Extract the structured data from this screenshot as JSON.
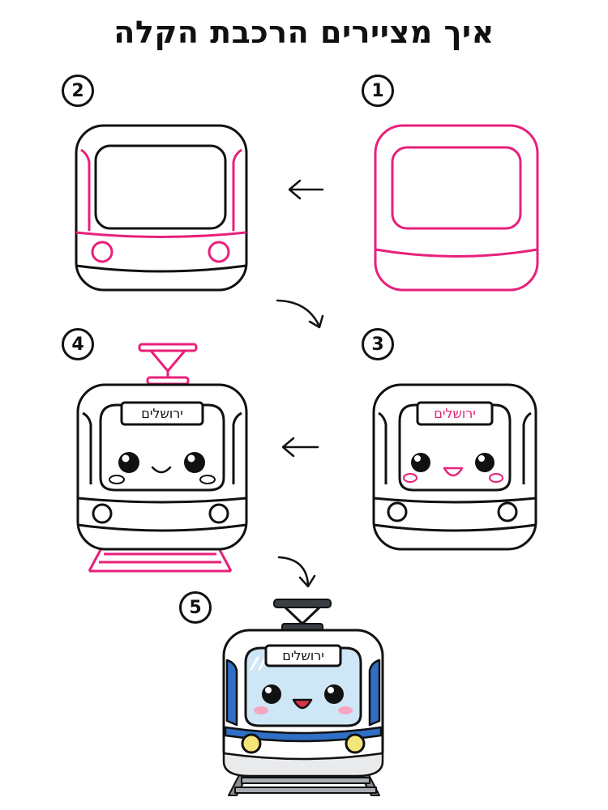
{
  "title": "איך מציירים הרכבת הקלה",
  "steps": [
    {
      "number": "1"
    },
    {
      "number": "2"
    },
    {
      "number": "3",
      "sign_text": "ירושלים"
    },
    {
      "number": "4",
      "sign_text": "ירושלים"
    },
    {
      "number": "5",
      "sign_text": "ירושלים"
    }
  ],
  "colors": {
    "guide_pink": "#e8207a",
    "outline": "#111111",
    "tram_blue": "#2f6fc6",
    "window_light_blue": "#cfe6f6",
    "headlight_yellow": "#f4e57a",
    "cheek_pink": "#f6a7c0",
    "body_grey": "#e9eaec",
    "rail_grey": "#8a8d91"
  }
}
